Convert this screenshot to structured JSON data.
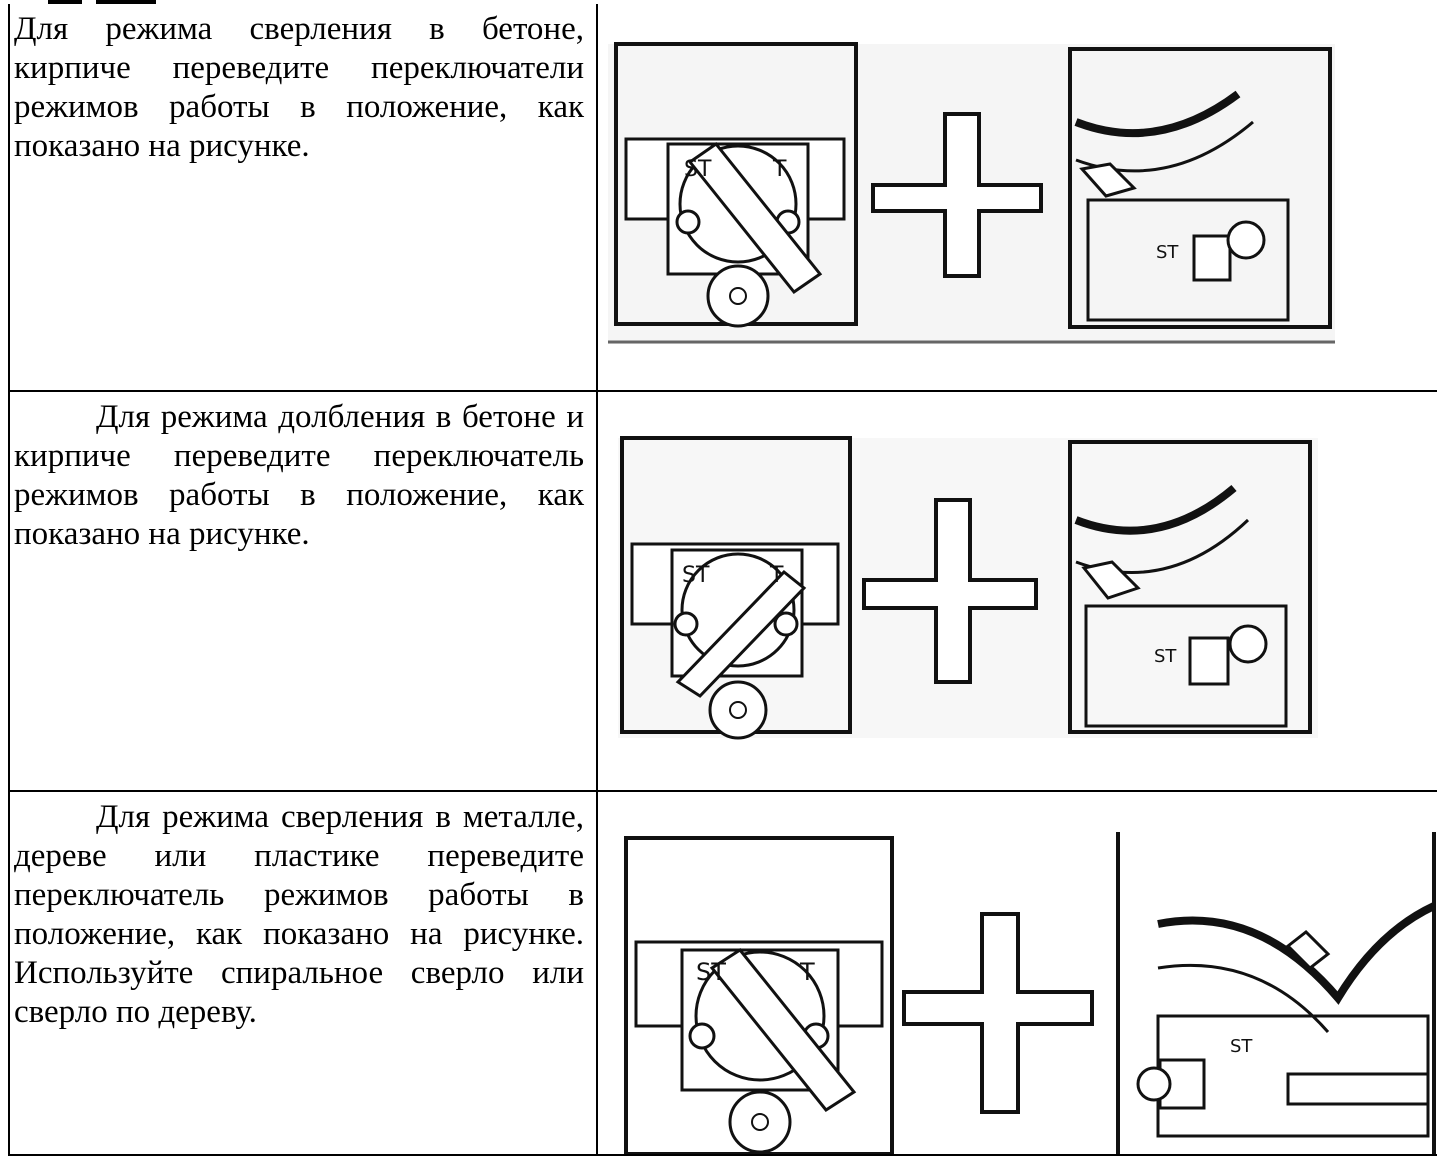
{
  "rows": [
    {
      "text": "Для режима сверления в бетоне, кирпиче переведите переключатели режимов работы в положение, как показано на рисунке.",
      "icons": [
        "mode-switch-drill-icon",
        "plus-icon",
        "selector-drill-icon"
      ]
    },
    {
      "text": "Для режима долбления в бетоне и кирпиче переведите переключатель режимов работы в положение, как показано на рисунке.",
      "icons": [
        "mode-switch-chisel-icon",
        "plus-icon",
        "selector-chisel-icon"
      ]
    },
    {
      "text": "Для режима сверления в металле, дереве или пластике переведите переключатель режимов работы в положение, как показано на рисунке. Используйте спиральное сверло или сверло по дереву.",
      "icons": [
        "mode-switch-drill-icon",
        "plus-icon",
        "selector-rotation-icon"
      ]
    }
  ]
}
